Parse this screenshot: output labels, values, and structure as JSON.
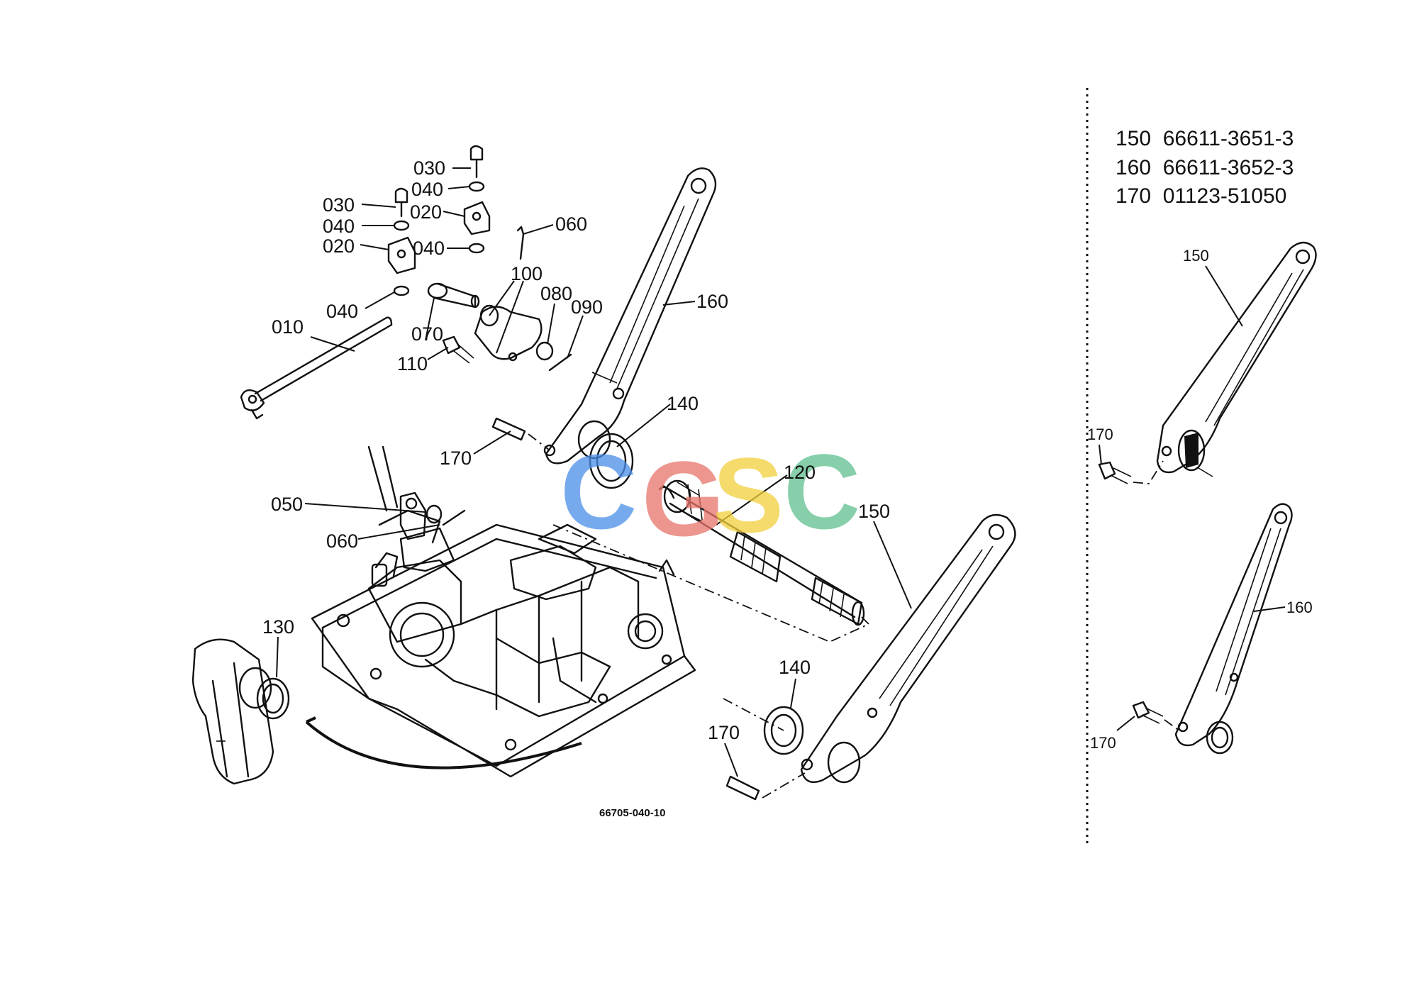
{
  "callouts": {
    "p030a": "030",
    "p040a": "040",
    "p020a": "020",
    "p030b": "030",
    "p040b": "040",
    "p020b": "020",
    "p040c": "040",
    "p040d": "040",
    "p060a": "060",
    "p100": "100",
    "p080": "080",
    "p090": "090",
    "p010": "010",
    "p070": "070",
    "p110": "110",
    "p160": "160",
    "p140a": "140",
    "p170a": "170",
    "p120": "120",
    "p150": "150",
    "p050": "050",
    "p060b": "060",
    "p130": "130",
    "p140b": "140",
    "p170b": "170",
    "side150": "150",
    "side170a": "170",
    "side160": "160",
    "side170b": "170"
  },
  "legend": [
    "150  66611-3651-3",
    "160  66611-3652-3",
    "170  01123-51050"
  ],
  "drawing_code": "66705-040-10",
  "watermark": {
    "letters": [
      "C",
      "G",
      "S",
      "C"
    ],
    "colors": [
      "#4a8ee8",
      "#e8746c",
      "#f2cf3a",
      "#5fbf8e"
    ]
  }
}
